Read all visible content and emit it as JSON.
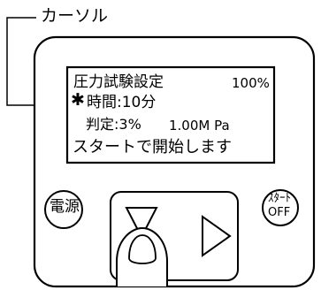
{
  "callout": {
    "label": "カーソル"
  },
  "display": {
    "title": "圧力試験設定",
    "percent": "100%",
    "cursor_symbol": "✱",
    "time_line": "時間:10分",
    "judgement_label": "判定:3%",
    "judgement_value": "1.00M Pa",
    "prompt": "スタートで開始します"
  },
  "buttons": {
    "power": "電源",
    "start_top": "ｽﾀｰﾄ",
    "start_bottom": "OFF"
  },
  "icons": {
    "play": "play-triangle-icon",
    "hand": "finger-press-icon"
  }
}
